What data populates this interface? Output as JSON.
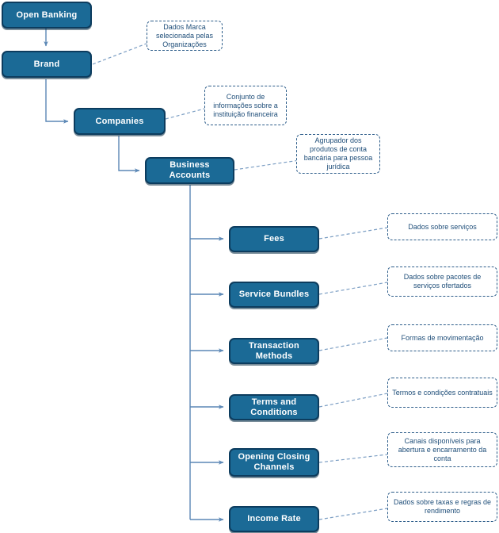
{
  "diagram": {
    "title": "Open Banking Business Accounts data hierarchy",
    "colors": {
      "entity_fill": "#1b6a96",
      "entity_border": "#0c3c5e",
      "entity_text": "#ffffff",
      "note_border": "#2d5d8a",
      "note_text": "#1f4e79",
      "connector": "#5b87b5",
      "background": "#ffffff"
    },
    "entities": [
      {
        "id": "open-banking",
        "label": "Open Banking"
      },
      {
        "id": "brand",
        "label": "Brand"
      },
      {
        "id": "companies",
        "label": "Companies"
      },
      {
        "id": "business-accounts",
        "label": "Business Accounts"
      },
      {
        "id": "fees",
        "label": "Fees"
      },
      {
        "id": "service-bundles",
        "label": "Service Bundles"
      },
      {
        "id": "transaction-methods",
        "label": "Transaction Methods"
      },
      {
        "id": "terms-and-conditions",
        "label": "Terms and Conditions"
      },
      {
        "id": "opening-closing-channels",
        "label": "Opening Closing\nChannels"
      },
      {
        "id": "income-rate",
        "label": "Income Rate"
      }
    ],
    "notes": [
      {
        "id": "note-brand",
        "for": "brand",
        "text": "Dados Marca selecionada pelas Organizações"
      },
      {
        "id": "note-companies",
        "for": "companies",
        "text": "Conjunto de informações sobre a instituição financeira"
      },
      {
        "id": "note-business-accounts",
        "for": "business-accounts",
        "text": "Agrupador dos produtos de conta bancária para pessoa jurídica"
      },
      {
        "id": "note-fees",
        "for": "fees",
        "text": "Dados sobre serviços"
      },
      {
        "id": "note-service-bundles",
        "for": "service-bundles",
        "text": "Dados sobre pacotes de serviços ofertados"
      },
      {
        "id": "note-transaction-methods",
        "for": "transaction-methods",
        "text": "Formas de movimentação"
      },
      {
        "id": "note-terms-and-conditions",
        "for": "terms-and-conditions",
        "text": "Termos e condições contratuais"
      },
      {
        "id": "note-opening-closing-channels",
        "for": "opening-closing-channels",
        "text": "Canais disponíveis para abertura e encarramento da conta"
      },
      {
        "id": "note-income-rate",
        "for": "income-rate",
        "text": "Dados sobre taxas e regras de rendimento"
      }
    ]
  }
}
